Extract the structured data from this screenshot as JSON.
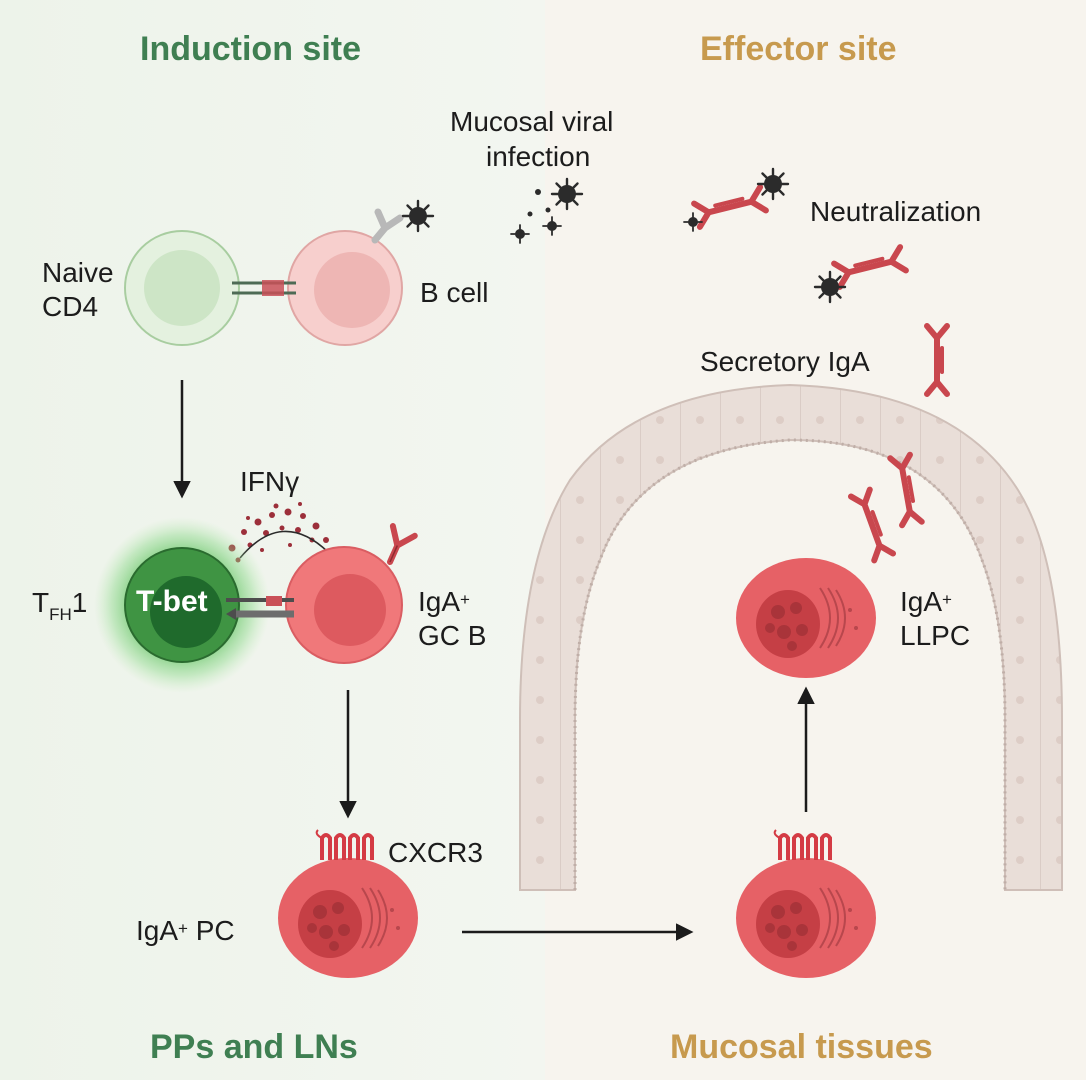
{
  "headings": {
    "induction": "Induction site",
    "effector": "Effector site",
    "bottom_left": "PPs and LNs",
    "bottom_right": "Mucosal tissues"
  },
  "labels": {
    "infection_line1": "Mucosal viral",
    "infection_line2": "infection",
    "neutralization": "Neutralization",
    "naive_line1": "Naive",
    "naive_line2": "CD4",
    "b_cell": "B cell",
    "secretory_iga": "Secretory IgA",
    "ifn": "IFNγ",
    "tfh_main": "T",
    "tfh_sub": "FH",
    "tfh_suffix": "1",
    "tbet": "T-bet",
    "gcb_iga": "IgA",
    "gcb_plus": "+",
    "gcb_line2": "GC B",
    "llpc_iga": "IgA",
    "llpc_plus": "+",
    "llpc_line2": "LLPC",
    "cxcr3": "CXCR3",
    "pc_iga": "IgA",
    "pc_plus": "+",
    "pc_suffix": " PC"
  },
  "colors": {
    "induction_bg": "#eef3ec",
    "effector_bg": "#f7f4ee",
    "heading_green": "#3f7f52",
    "heading_tan": "#c79a4e",
    "antibody_red": "#c9474e",
    "tbet_green": "#2f7c3f",
    "epithelium": "#e7dcd6"
  }
}
